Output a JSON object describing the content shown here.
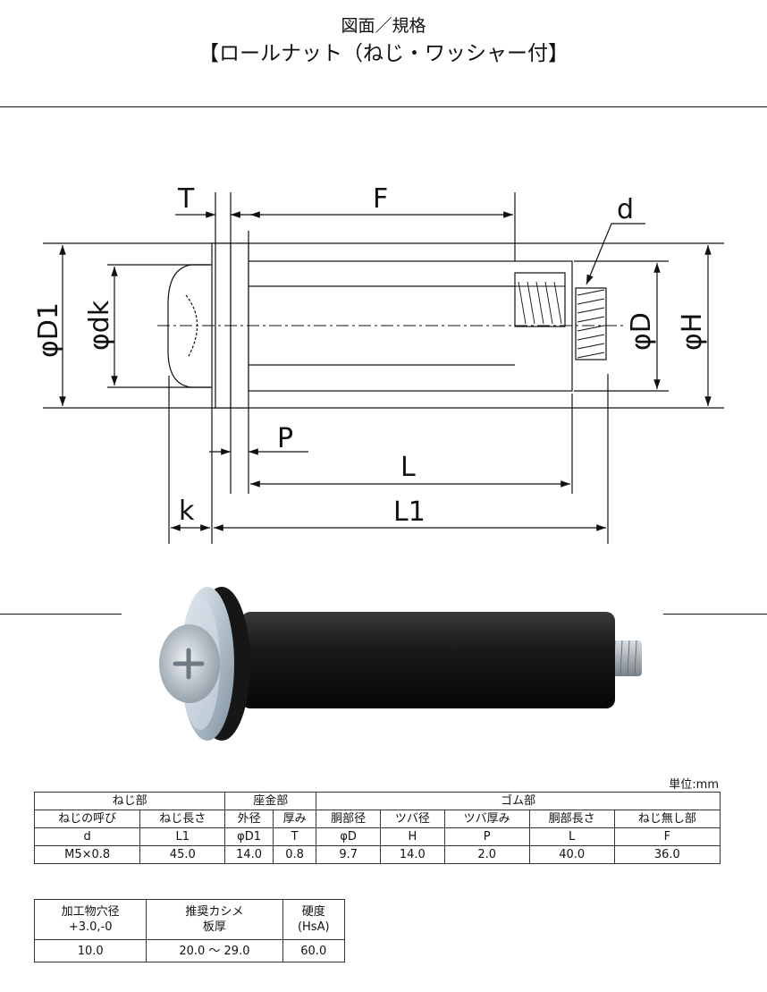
{
  "header": {
    "title": "図面／規格",
    "subtitle": "【ロールナット（ねじ・ワッシャー付】"
  },
  "drawing": {
    "labels": {
      "T": "T",
      "F": "F",
      "d": "d",
      "D1": "φD1",
      "dk": "φdk",
      "D": "φD",
      "H": "φH",
      "P": "P",
      "L": "L",
      "L1": "L1",
      "k": "k"
    }
  },
  "photo": {
    "subject": "roll-nut-product-photo"
  },
  "unit_label": "単位:mm",
  "spec_table": {
    "groups": [
      "ねじ部",
      "座金部",
      "ゴム部"
    ],
    "columns": [
      {
        "name": "ねじの呼び",
        "symbol": "d"
      },
      {
        "name": "ねじ長さ",
        "symbol": "L1"
      },
      {
        "name": "外径",
        "symbol": "φD1"
      },
      {
        "name": "厚み",
        "symbol": "T"
      },
      {
        "name": "胴部径",
        "symbol": "φD"
      },
      {
        "name": "ツバ径",
        "symbol": "H"
      },
      {
        "name": "ツバ厚み",
        "symbol": "P"
      },
      {
        "name": "胴部長さ",
        "symbol": "L"
      },
      {
        "name": "ねじ無し部",
        "symbol": "F"
      }
    ],
    "row": [
      "M5×0.8",
      "45.0",
      "14.0",
      "0.8",
      "9.7",
      "14.0",
      "2.0",
      "40.0",
      "36.0"
    ]
  },
  "hole_table": {
    "headers": [
      {
        "line1": "加工物穴径",
        "line2": "+3.0,-0"
      },
      {
        "line1": "推奨カシメ",
        "line2": "板厚"
      },
      {
        "line1": "硬度",
        "line2": "(HsA)"
      }
    ],
    "row": [
      "10.0",
      "20.0 〜 29.0",
      "60.0"
    ]
  },
  "colors": {
    "rubber": "#141414",
    "washer": "#c9d4de",
    "steel": "#b9bdc1",
    "line": "#111111"
  }
}
